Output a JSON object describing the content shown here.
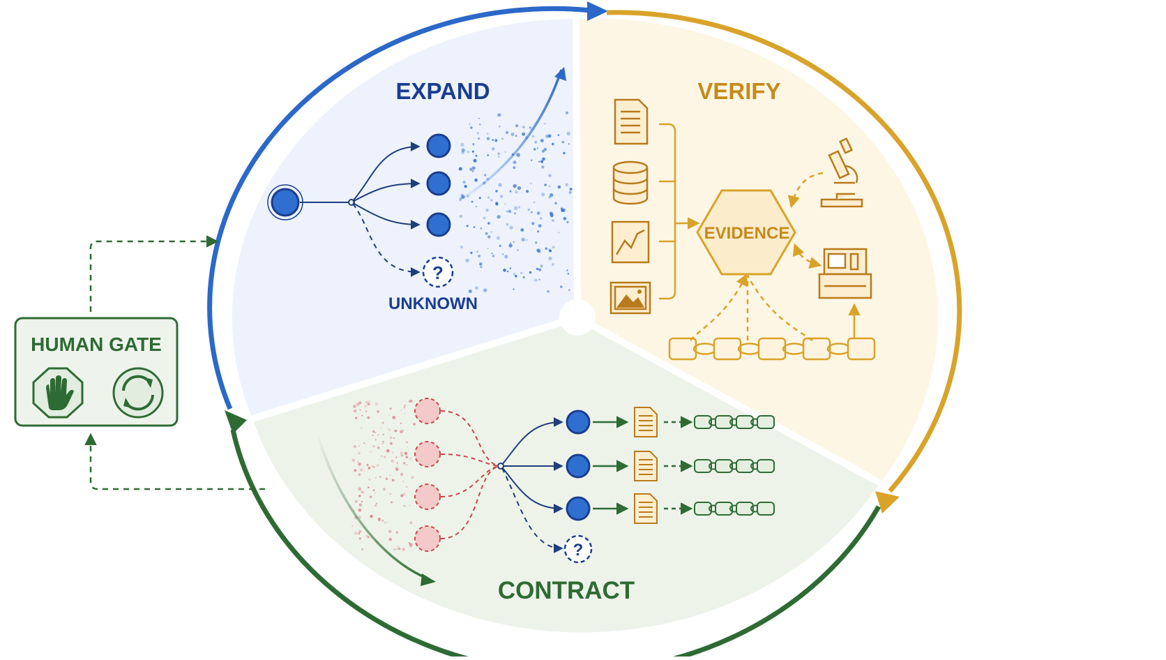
{
  "sections": {
    "expand": {
      "title": "EXPAND",
      "unknown_label": "UNKNOWN"
    },
    "verify": {
      "title": "VERIFY",
      "hub_label": "EVIDENCE"
    },
    "contract": {
      "title": "CONTRACT"
    }
  },
  "human_gate": {
    "title": "HUMAN GATE"
  },
  "glyphs": {
    "question": "?"
  },
  "icons": [
    "stop-hand-icon",
    "refresh-icon",
    "document-icon",
    "database-icon",
    "chart-icon",
    "image-icon",
    "microscope-icon",
    "lab-instrument-icon",
    "chain-link-icon"
  ],
  "colors": {
    "expand": "#2b68c8",
    "expand_dark": "#1a3d8f",
    "verify": "#d9a32a",
    "verify_text": "#c58a1c",
    "contract": "#2e6b34",
    "rejected": "#d06868",
    "sector_expand": "#edf2fc",
    "sector_verify": "#fdf6e4",
    "sector_contract": "#eef3ea"
  }
}
